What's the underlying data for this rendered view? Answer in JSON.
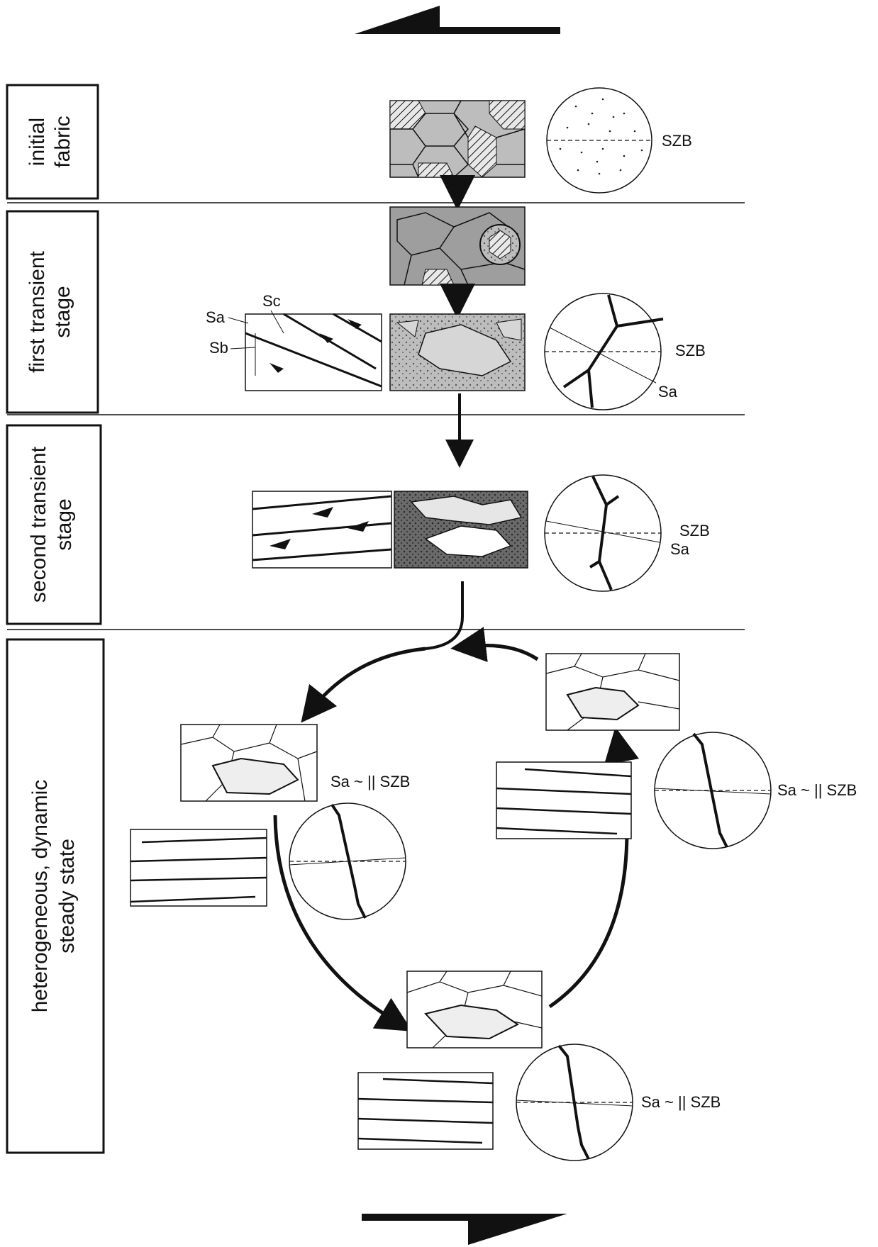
{
  "stages": {
    "initial": {
      "line1": "initial",
      "line2": "fabric"
    },
    "first": {
      "line1": "first transient",
      "line2": "stage"
    },
    "second": {
      "line1": "second transient",
      "line2": "stage"
    },
    "steady": {
      "line1": "heterogeneous, dynamic",
      "line2": "steady state"
    }
  },
  "labels": {
    "szb": "SZB",
    "sa": "Sa",
    "sb": "Sb",
    "sc": "Sc",
    "sa_parallel_szb": "Sa ~ || SZB"
  },
  "colors": {
    "ink": "#111111",
    "grain_light": "#bdbdbd",
    "grain_mid": "#8f8f8f",
    "grain_dark": "#5f5f5f"
  }
}
